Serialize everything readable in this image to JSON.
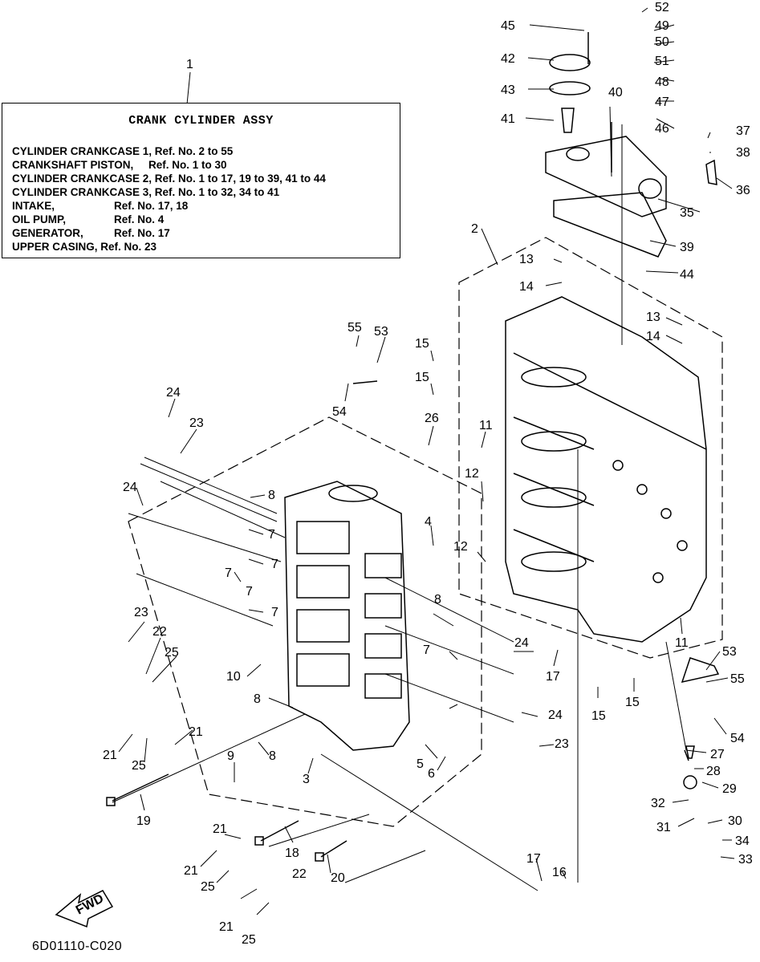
{
  "label_box": {
    "callout": "1",
    "title": "CRANK CYLINDER ASSY",
    "rows": [
      {
        "name": "CYLINDER CRANKCASE 1,",
        "ref": "Ref. No. 2 to 55"
      },
      {
        "name": "CRANKSHAFT PISTON,",
        "ref": "Ref. No. 1 to 30"
      },
      {
        "name": "CYLINDER CRANKCASE 2,",
        "ref": "Ref. No. 1 to 17, 19 to 39, 41 to 44"
      },
      {
        "name": "CYLINDER CRANKCASE 3,",
        "ref": "Ref. No. 1 to 32, 34 to 41"
      },
      {
        "name": "INTAKE,",
        "ref": "Ref. No. 17, 18"
      },
      {
        "name": "OIL PUMP,",
        "ref": "Ref. No. 4"
      },
      {
        "name": "GENERATOR,",
        "ref": "Ref. No. 17"
      },
      {
        "name": "UPPER CASING,",
        "ref": "Ref. No. 23"
      }
    ]
  },
  "fwd_label": "FWD",
  "document_code": "6D01110-C020",
  "callouts": [
    "52",
    "49",
    "45",
    "50",
    "51",
    "42",
    "48",
    "43",
    "47",
    "40",
    "41",
    "46",
    "37",
    "38",
    "36",
    "35",
    "39",
    "2",
    "13",
    "44",
    "14",
    "13",
    "14",
    "55",
    "53",
    "15",
    "15",
    "54",
    "24",
    "26",
    "11",
    "23",
    "12",
    "24",
    "8",
    "7",
    "7",
    "7",
    "4",
    "7",
    "12",
    "7",
    "8",
    "23",
    "22",
    "25",
    "10",
    "8",
    "24",
    "7",
    "17",
    "15",
    "15",
    "24",
    "21",
    "21",
    "25",
    "8",
    "9",
    "5",
    "6",
    "3",
    "23",
    "19",
    "21",
    "18",
    "21",
    "22",
    "20",
    "25",
    "21",
    "25",
    "17",
    "16",
    "11",
    "53",
    "55",
    "54",
    "27",
    "28",
    "29",
    "32",
    "30",
    "31",
    "34",
    "33"
  ],
  "colors": {
    "ink": "#000000",
    "background": "#ffffff"
  }
}
